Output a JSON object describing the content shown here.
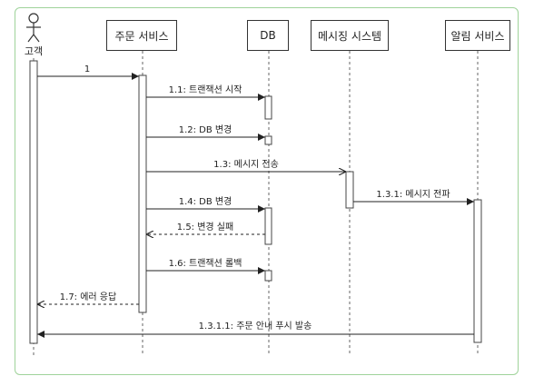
{
  "actor": {
    "name": "고객"
  },
  "participants": [
    {
      "id": "order",
      "name": "주문 서비스"
    },
    {
      "id": "db",
      "name": "DB"
    },
    {
      "id": "msg",
      "name": "메시징 시스템"
    },
    {
      "id": "noti",
      "name": "알림 서비스"
    }
  ],
  "messages": [
    {
      "label": "1",
      "from": "customer",
      "to": "order",
      "style": "solid"
    },
    {
      "label": "1.1: 트랜잭션 시작",
      "from": "order",
      "to": "db",
      "style": "solid"
    },
    {
      "label": "1.2: DB 변경",
      "from": "order",
      "to": "db",
      "style": "solid"
    },
    {
      "label": "1.3: 메시지 전송",
      "from": "order",
      "to": "msg",
      "style": "solid-open"
    },
    {
      "label": "1.3.1: 메시지 전파",
      "from": "msg",
      "to": "noti",
      "style": "solid"
    },
    {
      "label": "1.4: DB 변경",
      "from": "order",
      "to": "db",
      "style": "solid"
    },
    {
      "label": "1.5: 변경 실패",
      "from": "db",
      "to": "order",
      "style": "dashed"
    },
    {
      "label": "1.6: 트랜잭션 롤백",
      "from": "order",
      "to": "db",
      "style": "solid"
    },
    {
      "label": "1.7: 에러 응답",
      "from": "order",
      "to": "customer",
      "style": "dashed"
    },
    {
      "label": "1.3.1.1: 주문 안내 푸시 발송",
      "from": "noti",
      "to": "customer",
      "style": "solid"
    }
  ]
}
